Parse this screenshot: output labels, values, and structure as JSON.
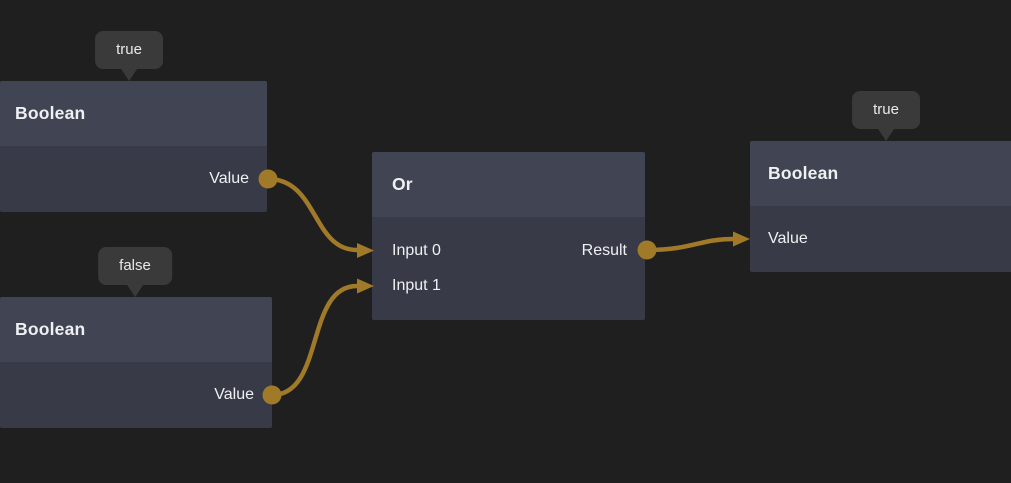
{
  "colors": {
    "background": "#1f1f1f",
    "node_header": "#404453",
    "node_body": "#383b47",
    "tooltip_bg": "#3a3a3a",
    "wire": "#a07a28",
    "text": "#eef0f2"
  },
  "nodes": {
    "bool_top_left": {
      "title": "Boolean",
      "tooltip": "true",
      "output_port": "Value"
    },
    "bool_bottom_left": {
      "title": "Boolean",
      "tooltip": "false",
      "output_port": "Value"
    },
    "or": {
      "title": "Or",
      "input_ports": [
        "Input 0",
        "Input 1"
      ],
      "output_port": "Result"
    },
    "bool_right": {
      "title": "Boolean",
      "tooltip": "true",
      "input_port": "Value"
    }
  }
}
